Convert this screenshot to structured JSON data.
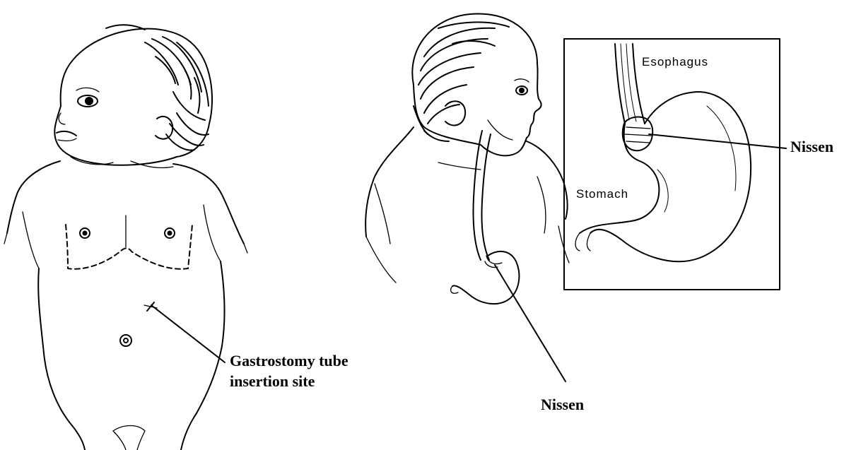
{
  "labels": {
    "gtube_line1": "Gastrostomy tube",
    "gtube_line2": "insertion site",
    "nissen_middle": "Nissen",
    "nissen_inset": "Nissen",
    "esophagus": "Esophagus",
    "stomach": "Stomach"
  },
  "colors": {
    "ink": "#000000",
    "background": "#ffffff"
  }
}
